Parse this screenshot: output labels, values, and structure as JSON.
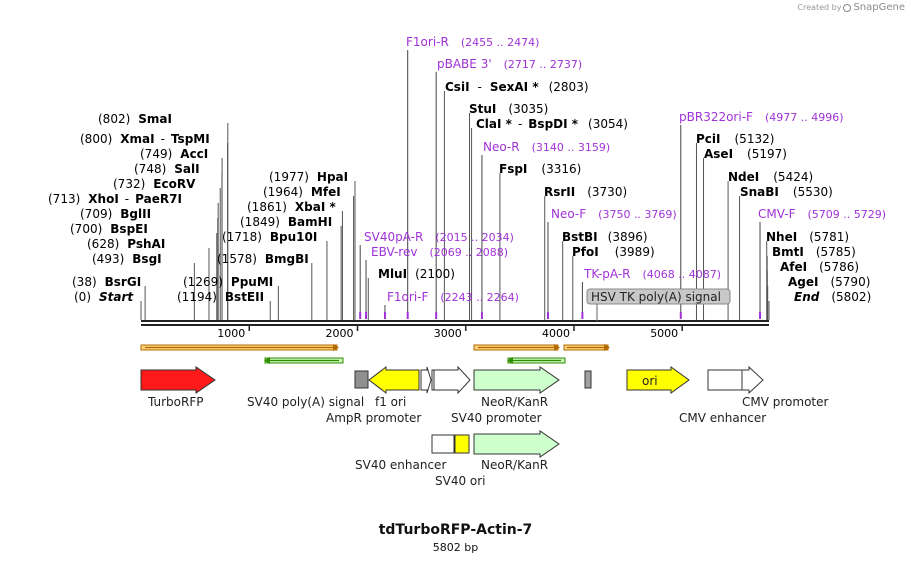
{
  "credit": {
    "created_by": "Created by",
    "brand": "SnapGene"
  },
  "plasmid": {
    "name": "tdTurboRFP-Actin-7",
    "length_text": "5802 bp",
    "length": 5802
  },
  "axis": {
    "ticks": [
      {
        "pos": 1000,
        "label": "1000"
      },
      {
        "pos": 2000,
        "label": "2000"
      },
      {
        "pos": 3000,
        "label": "3000"
      },
      {
        "pos": 4000,
        "label": "4000"
      },
      {
        "pos": 5000,
        "label": "5000"
      }
    ]
  },
  "sites": [
    {
      "num": "(0)",
      "name": "Start",
      "pos": 0,
      "style": "italic"
    },
    {
      "num": "(38)",
      "name": "BsrGI",
      "pos": 38
    },
    {
      "num": "(493)",
      "name": "BsgI",
      "pos": 493
    },
    {
      "num": "(628)",
      "name": "PshAI",
      "pos": 628
    },
    {
      "num": "(700)",
      "name": "BspEI",
      "pos": 700
    },
    {
      "num": "(709)",
      "name": "BglII",
      "pos": 709
    },
    {
      "num": "(713)",
      "name": "XhoI",
      "name2": "PaeR7I",
      "pos": 713
    },
    {
      "num": "(732)",
      "name": "EcoRV",
      "pos": 732
    },
    {
      "num": "(748)",
      "name": "SalI",
      "pos": 748
    },
    {
      "num": "(749)",
      "name": "AccI",
      "pos": 749
    },
    {
      "num": "(800)",
      "name": "XmaI",
      "name2": "TspMI",
      "pos": 800
    },
    {
      "num": "(802)",
      "name": "SmaI",
      "pos": 802
    },
    {
      "num": "(1194)",
      "name": "BstEII",
      "pos": 1194
    },
    {
      "num": "(1269)",
      "name": "PpuMI",
      "pos": 1269
    },
    {
      "num": "(1578)",
      "name": "BmgBI",
      "pos": 1578
    },
    {
      "num": "(1718)",
      "name": "Bpu10I",
      "pos": 1718
    },
    {
      "num": "(1849)",
      "name": "BamHI",
      "pos": 1849
    },
    {
      "num": "(1861)",
      "name": "XbaI *",
      "pos": 1861
    },
    {
      "num": "(1964)",
      "name": "MfeI",
      "pos": 1964
    },
    {
      "num": "(1977)",
      "name": "HpaI",
      "pos": 1977
    },
    {
      "num": "(2100)",
      "name": "MluI",
      "pos": 2100,
      "after": true
    },
    {
      "num": "(2803)",
      "name": "CsiI",
      "name2": "SexAI *",
      "pos": 2803,
      "after": true
    },
    {
      "num": "(3035)",
      "name": "StuI",
      "pos": 3035,
      "after": true
    },
    {
      "num": "(3054)",
      "name": "ClaI *",
      "name2": "BspDI *",
      "pos": 3054,
      "after": true
    },
    {
      "num": "(3316)",
      "name": "FspI",
      "pos": 3316,
      "after": true
    },
    {
      "num": "(3730)",
      "name": "RsrII",
      "pos": 3730,
      "after": true
    },
    {
      "num": "(3896)",
      "name": "BstBI",
      "pos": 3896,
      "after": true
    },
    {
      "num": "(3989)",
      "name": "PfoI",
      "pos": 3989,
      "after": true
    },
    {
      "num": "(5132)",
      "name": "PciI",
      "pos": 5132,
      "after": true
    },
    {
      "num": "(5197)",
      "name": "AseI",
      "pos": 5197,
      "after": true
    },
    {
      "num": "(5424)",
      "name": "NdeI",
      "pos": 5424,
      "after": true
    },
    {
      "num": "(5530)",
      "name": "SnaBI",
      "pos": 5530,
      "after": true
    },
    {
      "num": "(5781)",
      "name": "NheI",
      "pos": 5781,
      "after": true
    },
    {
      "num": "(5785)",
      "name": "BmtI",
      "pos": 5785,
      "after": true
    },
    {
      "num": "(5786)",
      "name": "AfeI",
      "pos": 5786,
      "after": true
    },
    {
      "num": "(5790)",
      "name": "AgeI",
      "pos": 5790,
      "after": true
    },
    {
      "num": "(5802)",
      "name": "End",
      "pos": 5802,
      "after": true,
      "style": "italic"
    }
  ],
  "primers": [
    {
      "name": "F1ori-R",
      "range": "(2455 .. 2474)",
      "pos": 2464
    },
    {
      "name": "pBABE 3'",
      "range": "(2717 .. 2737)",
      "pos": 2727
    },
    {
      "name": "Neo-R",
      "range": "(3140 .. 3159)",
      "pos": 3150
    },
    {
      "name": "SV40pA-R",
      "range": "(2015 .. 2034)",
      "pos": 2025
    },
    {
      "name": "EBV-rev",
      "range": "(2069 .. 2088)",
      "pos": 2079
    },
    {
      "name": "F1ori-F",
      "range": "(2243 .. 2264)",
      "pos": 2254
    },
    {
      "name": "Neo-F",
      "range": "(3750 .. 3769)",
      "pos": 3760
    },
    {
      "name": "TK-pA-R",
      "range": "(4068 .. 4087)",
      "pos": 4078
    },
    {
      "name": "pBR322ori-F",
      "range": "(4977 .. 4996)",
      "pos": 4987
    },
    {
      "name": "CMV-F",
      "range": "(5709 .. 5729)",
      "pos": 5719
    }
  ],
  "features": [
    {
      "name": "TurboRFP",
      "color": "#ff1a1a"
    },
    {
      "name": "SV40 poly(A) signal",
      "color": "#909090"
    },
    {
      "name": "f1 ori",
      "color": "#ffff00"
    },
    {
      "name": "AmpR promoter",
      "color": "#ffffff"
    },
    {
      "name": "SV40 promoter",
      "color": "#ffffff"
    },
    {
      "name": "NeoR/KanR",
      "color": "#ccffcc"
    },
    {
      "name": "HSV TK poly(A) signal",
      "color": "#c0c0c0"
    },
    {
      "name": "ori",
      "color": "#ffff00"
    },
    {
      "name": "CMV enhancer",
      "color": "#ffffff"
    },
    {
      "name": "CMV promoter",
      "color": "#ffffff"
    },
    {
      "name": "SV40 enhancer",
      "color": "#ffffff"
    },
    {
      "name": "NeoR/KanR",
      "color": "#ccffcc"
    },
    {
      "name": "SV40 ori",
      "color": "#ffff00"
    }
  ],
  "colors": {
    "primer": "#a032d8",
    "orf": "#ffd27a",
    "orf_line": "#b36b00",
    "orf_green": "#c9f5b8",
    "orf_green_line": "#2f8f00",
    "backbone": "#222222"
  }
}
